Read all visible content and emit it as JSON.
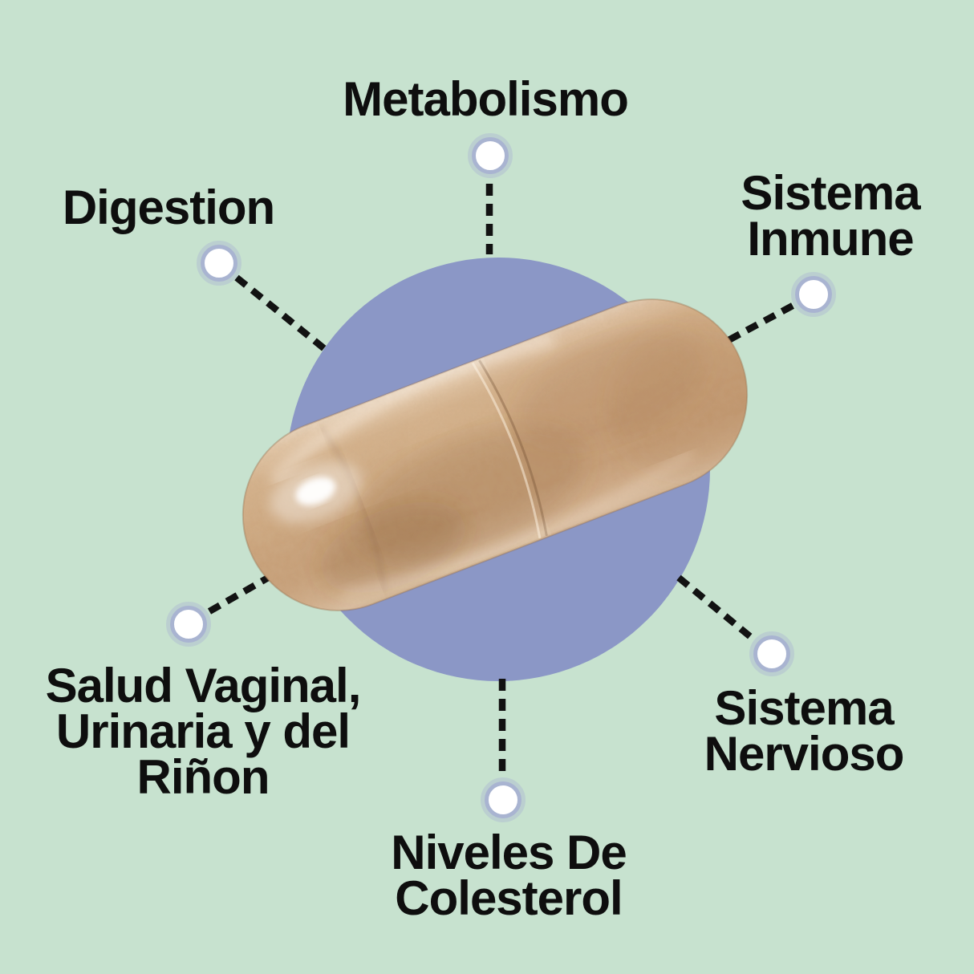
{
  "labels": {
    "metabolismo": "Metabolismo",
    "digestion": "Digestion",
    "sistema_inmune": [
      "Sistema",
      "Inmune"
    ],
    "salud_vaginal": [
      "Salud Vaginal,",
      "Urinaria y del",
      "Riñon"
    ],
    "niveles_colesterol": [
      "Niveles De",
      "Colesterol"
    ],
    "sistema_nervioso": [
      "Sistema",
      "Nervioso"
    ]
  },
  "center_object": {
    "subject": "supplement capsule photo",
    "description": "Two-piece gelatin capsule filled with tan powder, lying diagonally over a blue circle"
  },
  "colors": {
    "background": "#c7e2cf",
    "accent_circle": "#8b97c6",
    "connector": "#121212",
    "dot_fill": "#ffffff",
    "dot_ring": "#a9b4d1",
    "capsule_light": "#e4c8a9",
    "capsule_mid": "#cfa981",
    "capsule_dark": "#c79f78",
    "text": "#0e0e0e"
  }
}
